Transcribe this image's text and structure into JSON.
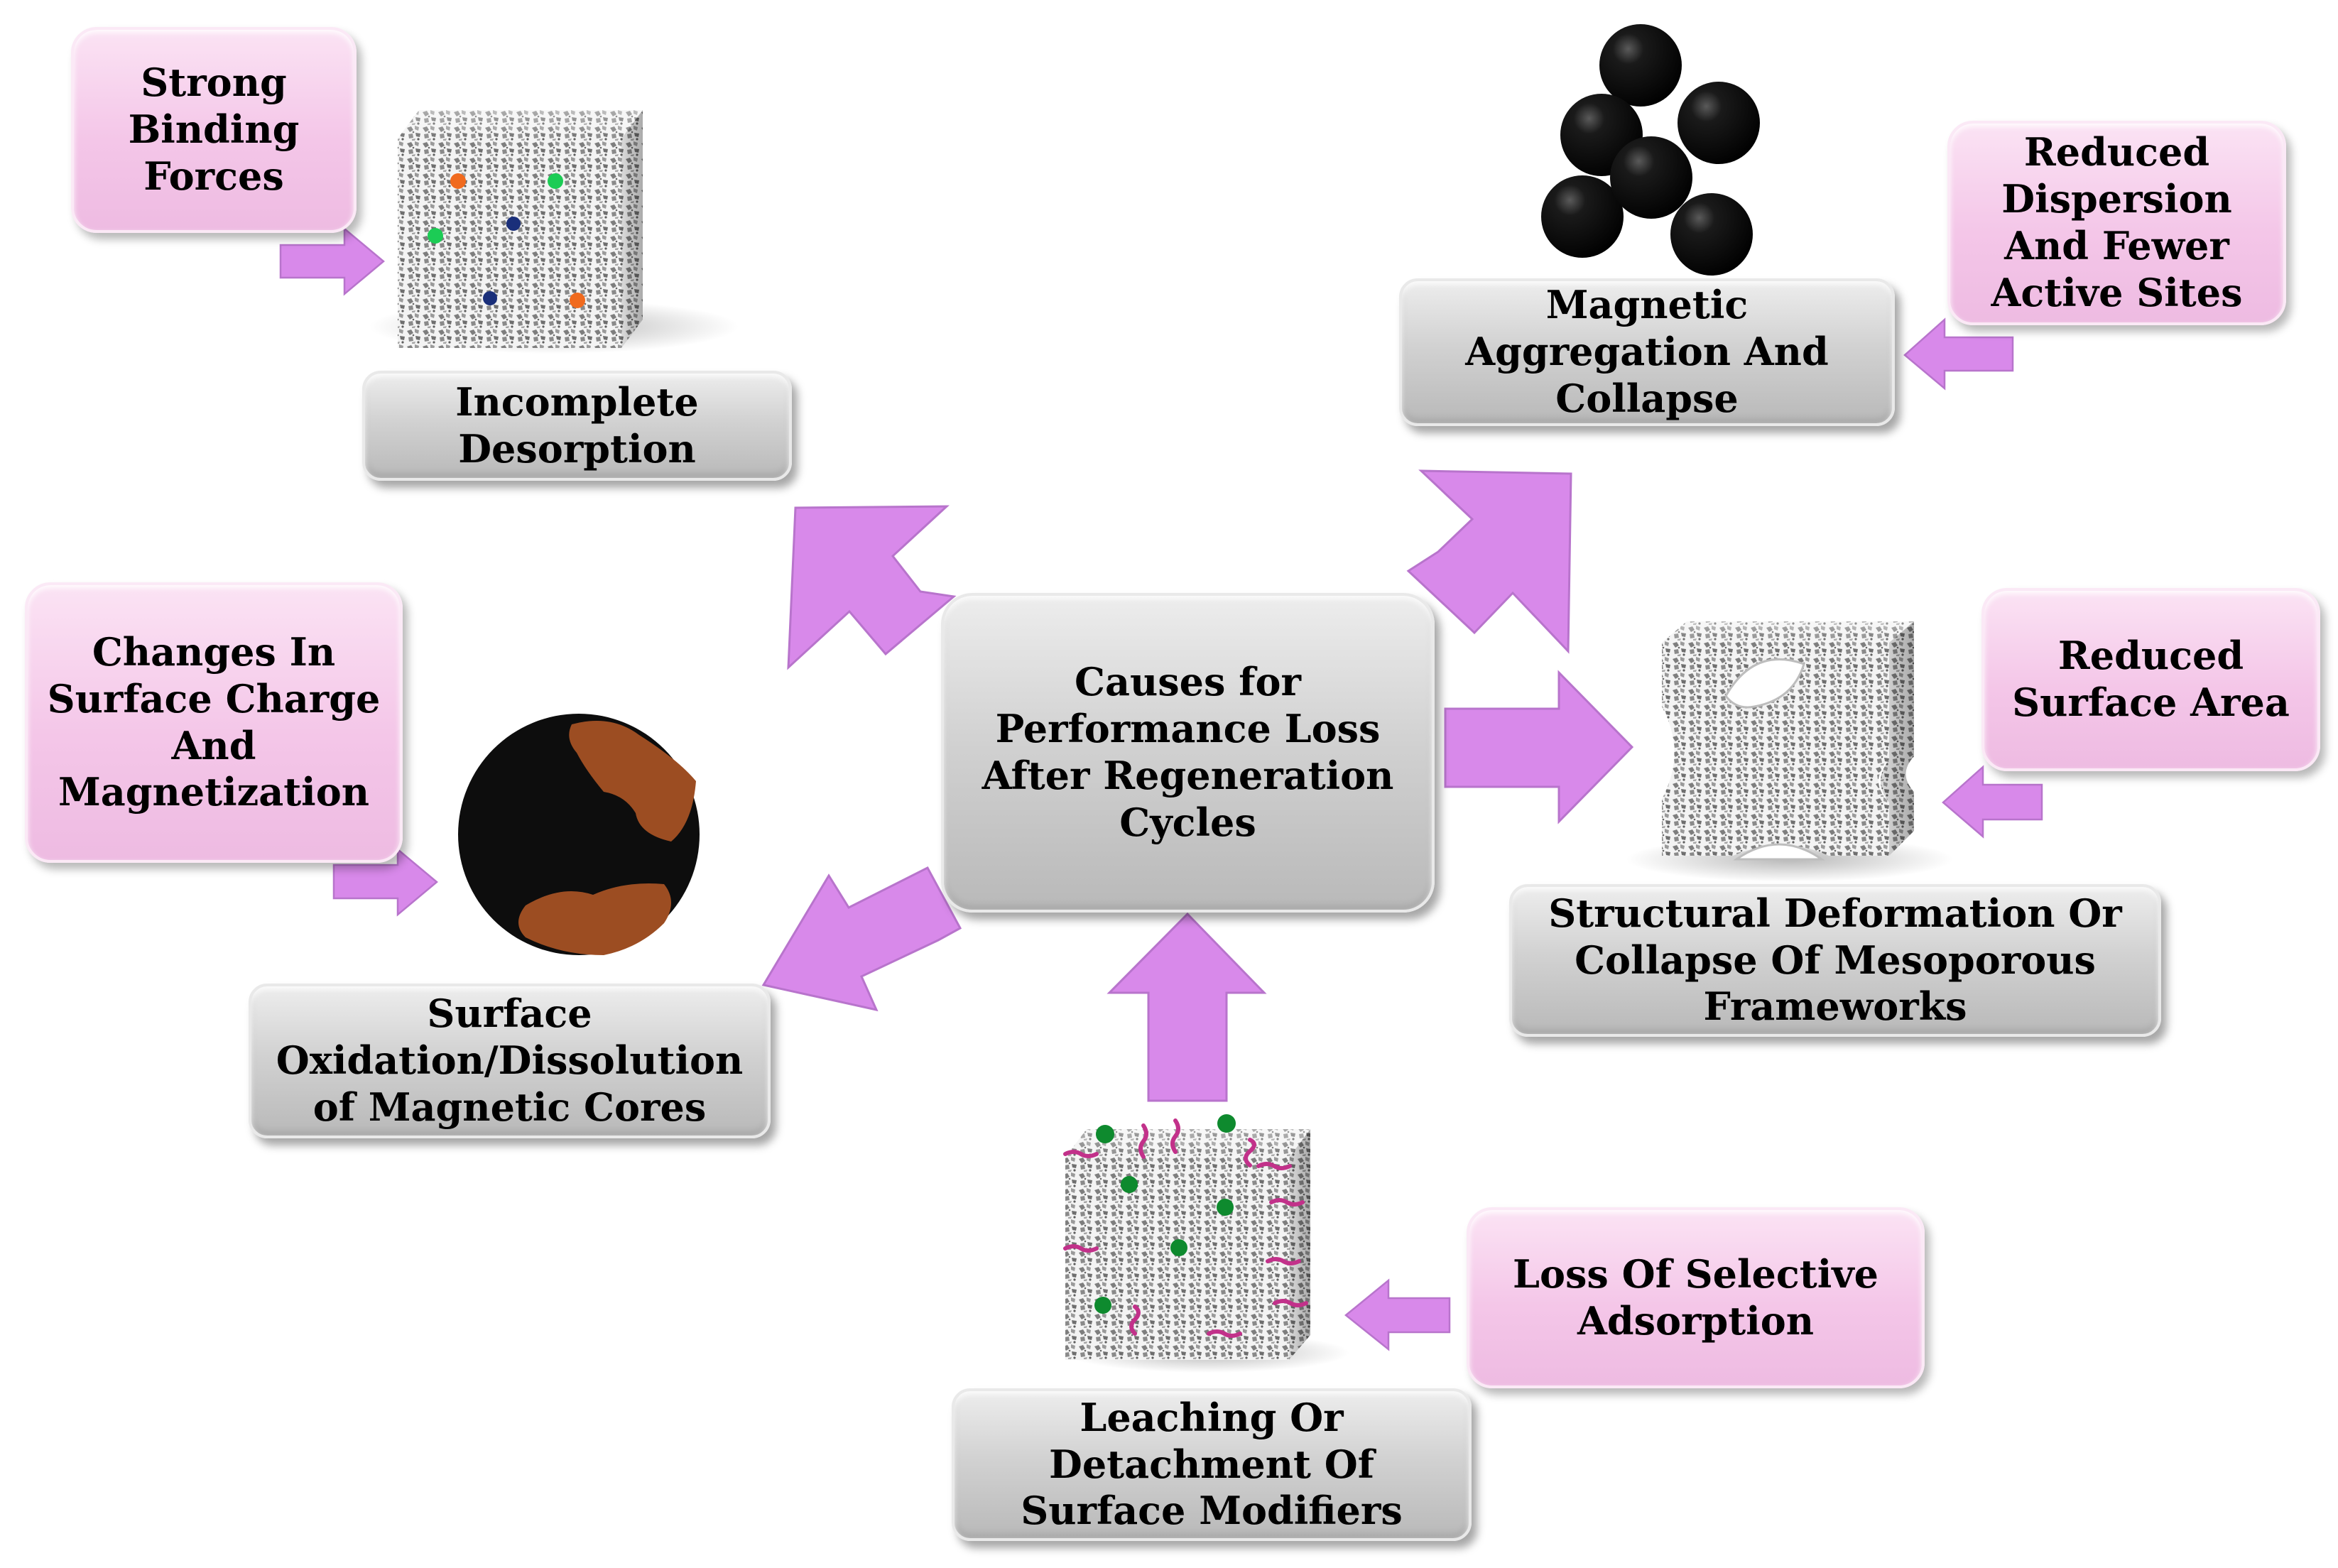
{
  "colors": {
    "arrow_pink": "#d889ea",
    "arrow_edge": "#b874cc",
    "pink_box": "#f4c6e8",
    "gray_box": "#cfcfcf",
    "iron_oxide": "#9c4d22",
    "particle": "#0d0d0d"
  },
  "center": {
    "text": "Causes for\nPerformance Loss\nAfter Regeneration\nCycles"
  },
  "effects": {
    "incomplete_desorption": "Incomplete\nDesorption",
    "magnetic_aggregation": "Magnetic\nAggregation And\nCollapse",
    "structural_deformation": "Structural Deformation Or\nCollapse Of Mesoporous\nFrameworks",
    "leaching": "Leaching Or\nDetachment Of\nSurface Modifiers",
    "surface_oxidation": "Surface\nOxidation/Dissolution\nof Magnetic Cores"
  },
  "consequences": {
    "strong_binding": "Strong\nBinding\nForces",
    "reduced_dispersion": "Reduced\nDispersion\nAnd Fewer\nActive Sites",
    "reduced_surface_area": "Reduced\nSurface Area",
    "loss_selective": "Loss Of Selective\nAdsorption",
    "changes_surface_charge": "Changes In\nSurface Charge\nAnd\nMagnetization"
  },
  "icons": {
    "cube_pollutants": "porous-cube-with-adsorbed-pollutants-icon",
    "particle_cluster": "aggregated-magnetic-particles-icon",
    "cube_damaged": "collapsed-porous-cube-icon",
    "cube_modifiers": "porous-cube-with-surface-modifiers-icon",
    "oxidized_sphere": "oxidized-magnetic-core-icon"
  }
}
